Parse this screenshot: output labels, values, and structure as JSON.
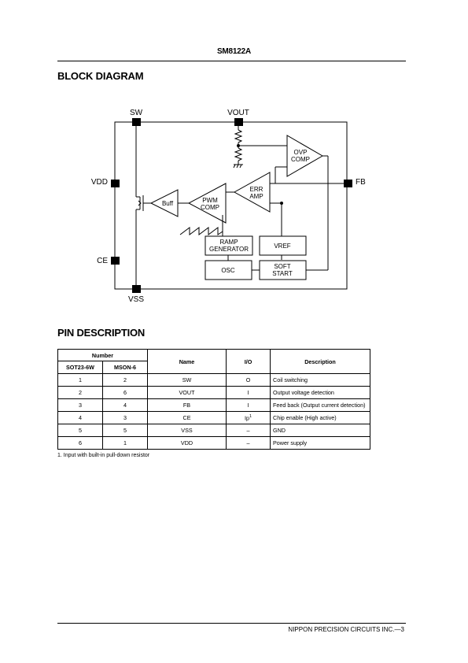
{
  "header": {
    "doc_code": "SM8122A"
  },
  "block_diagram": {
    "title": "BLOCK DIAGRAM",
    "pins": {
      "sw": "SW",
      "vout": "VOUT",
      "vdd": "VDD",
      "fb": "FB",
      "ce": "CE",
      "vss": "VSS"
    },
    "blocks": {
      "buff": "Buff",
      "pwm_comp": [
        "PWM",
        "COMP"
      ],
      "err_amp": [
        "ERR",
        "AMP"
      ],
      "ovp_comp": [
        "OVP",
        "COMP"
      ],
      "ramp_generator": [
        "RAMP",
        "GENERATOR"
      ],
      "vref": "VREF",
      "osc": "OSC",
      "soft_start": [
        "SOFT",
        "START"
      ]
    }
  },
  "pin_description": {
    "title": "PIN DESCRIPTION",
    "headers": {
      "number": "Number",
      "sot23": "SOT23-6W",
      "mson": "MSON-6",
      "name": "Name",
      "io": "I/O",
      "description": "Description"
    },
    "rows": [
      {
        "sot23": "1",
        "mson": "2",
        "name": "SW",
        "io": "O",
        "io_sup": "",
        "description": "Coil switching"
      },
      {
        "sot23": "2",
        "mson": "6",
        "name": "VOUT",
        "io": "I",
        "io_sup": "",
        "description": "Output voltage detection"
      },
      {
        "sot23": "3",
        "mson": "4",
        "name": "FB",
        "io": "I",
        "io_sup": "",
        "description": "Feed back (Output current detection)"
      },
      {
        "sot23": "4",
        "mson": "3",
        "name": "CE",
        "io": "Ip",
        "io_sup": "1",
        "description": "Chip enable (High active)"
      },
      {
        "sot23": "5",
        "mson": "5",
        "name": "VSS",
        "io": "–",
        "io_sup": "",
        "description": "GND"
      },
      {
        "sot23": "6",
        "mson": "1",
        "name": "VDD",
        "io": "–",
        "io_sup": "",
        "description": "Power supply"
      }
    ],
    "footnote": "1.  Input with built-in pull-down resistor"
  },
  "footer": {
    "text": "NIPPON PRECISION CIRCUITS INC.—3"
  }
}
